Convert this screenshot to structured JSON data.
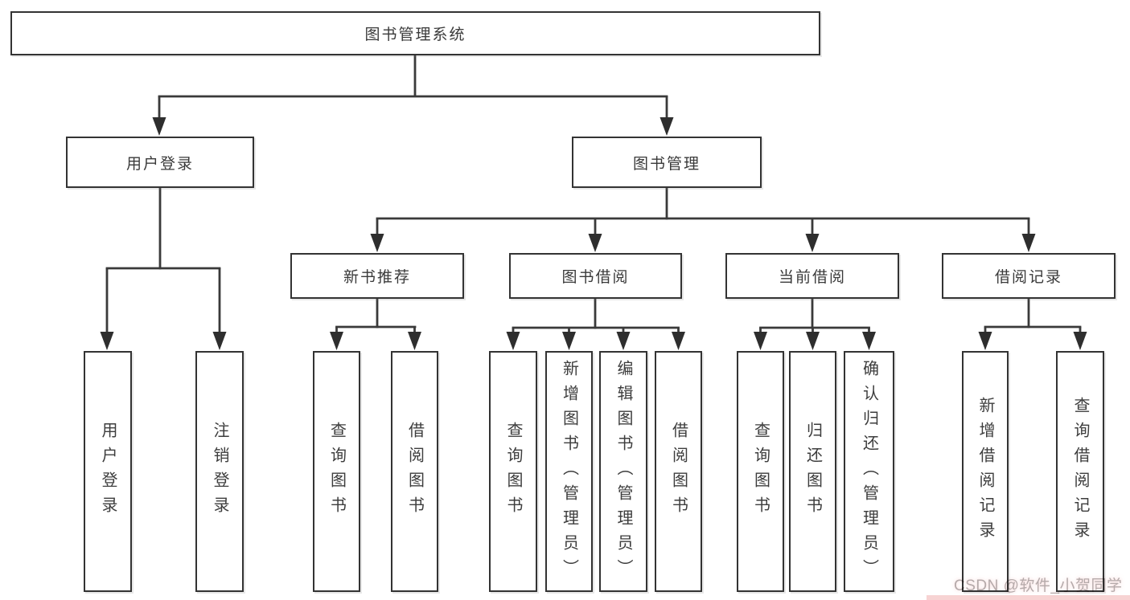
{
  "diagram": {
    "title_node": "图书管理系统",
    "branches": {
      "user_login": "用户登录",
      "book_mgmt": "图书管理"
    },
    "modules": {
      "new_book": "新书推荐",
      "book_borrow": "图书借阅",
      "current_borrow": "当前借阅",
      "borrow_record": "借阅记录"
    },
    "leaves": {
      "user_login": [
        "用户登录",
        "注销登录"
      ],
      "new_book": [
        "查询图书",
        "借阅图书"
      ],
      "book_borrow": [
        "查询图书",
        "新增图书（管理员）",
        "编辑图书（管理员）",
        "借阅图书"
      ],
      "current_borrow": [
        "查询图书",
        "归还图书",
        "确认归还（管理员）"
      ],
      "borrow_record": [
        "新增借阅记录",
        "查询借阅记录"
      ]
    }
  },
  "watermark": {
    "text": "CSDN @软件_小贺同学"
  },
  "colors": {
    "line": "#3a3a3a",
    "arrow": "#2e2e2e",
    "border": "#333333",
    "text": "#3a3a3a",
    "watermark": "#b5aaaa",
    "background": "#ffffff"
  }
}
